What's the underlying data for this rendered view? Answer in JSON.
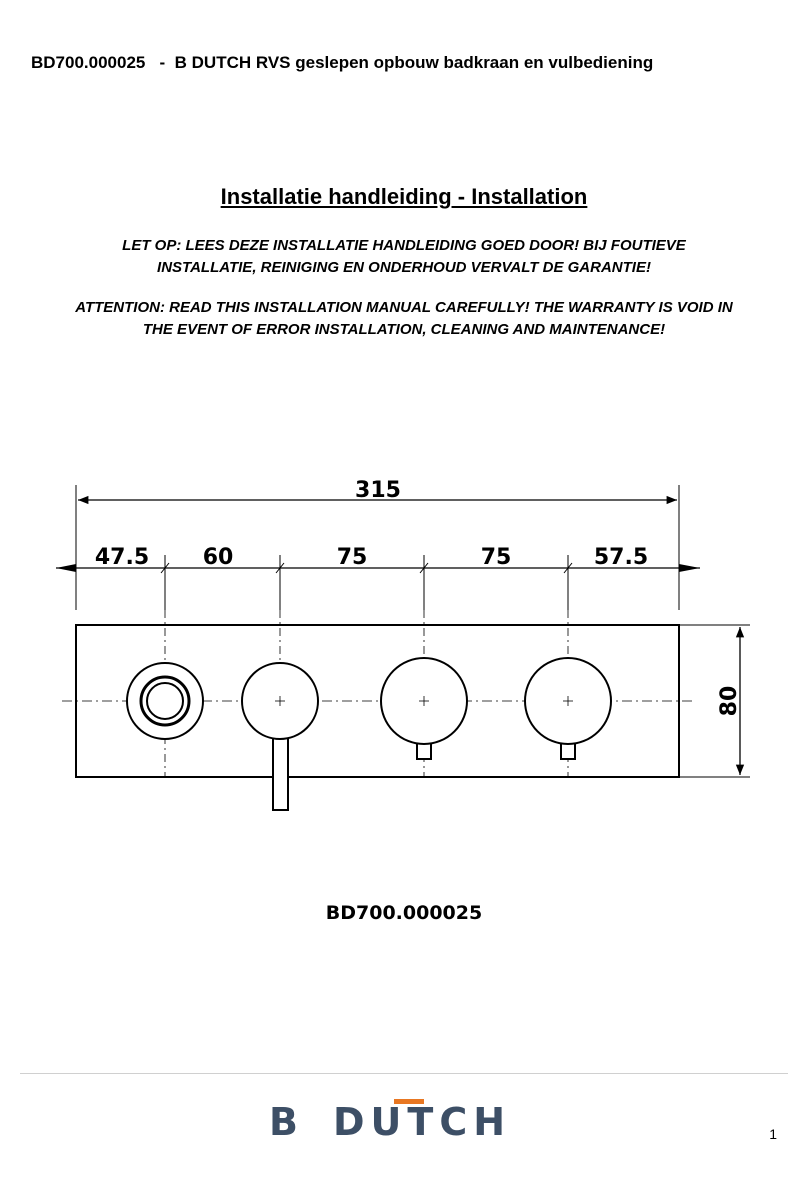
{
  "header": {
    "title": "BD700.000025   -  B DUTCH RVS geslepen opbouw badkraan en vulbediening"
  },
  "main_title": "Installatie handleiding - Installation",
  "warnings": {
    "dutch_line1": "LET OP: LEES DEZE INSTALLATIE HANDLEIDING GOED DOOR! BIJ FOUTIEVE",
    "dutch_line2": "INSTALLATIE, REINIGING EN ONDERHOUD VERVALT DE GARANTIE!",
    "english_line1": "ATTENTION: READ THIS INSTALLATION MANUAL CAREFULLY! THE WARRANTY IS VOID IN",
    "english_line2": "THE EVENT OF ERROR INSTALLATION, CLEANING AND MAINTENANCE!"
  },
  "drawing": {
    "total_width": "315",
    "segments": [
      "47.5",
      "60",
      "75",
      "75",
      "57.5"
    ],
    "height": "80"
  },
  "model_caption": "BD700.000025",
  "logo": {
    "text_left": "B",
    "text_right": "DUTCH",
    "color_main": "#3d4f66",
    "color_accent": "#e87722"
  },
  "page_number": "1"
}
